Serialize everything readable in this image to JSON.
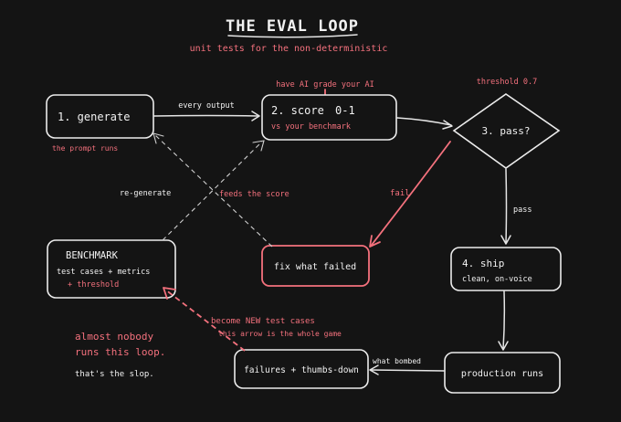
{
  "title": "THE EVAL LOOP",
  "subtitle": "unit tests for the non-deterministic",
  "nodes": {
    "generate": {
      "label": "1. generate",
      "note": "the prompt runs"
    },
    "score": {
      "label": "2. score",
      "range": "0-1",
      "note": "vs your benchmark",
      "above": "have AI grade your AI"
    },
    "pass": {
      "label": "3. pass?",
      "threshold": "threshold 0.7"
    },
    "ship": {
      "label": "4. ship",
      "note": "clean, on-voice"
    },
    "fix": {
      "label": "fix what failed"
    },
    "benchmark": {
      "label": "BENCHMARK",
      "line1": "test cases + metrics",
      "line2": "+ threshold"
    },
    "production": {
      "label": "production runs"
    },
    "failures": {
      "label": "failures + thumbs-down"
    }
  },
  "edges": {
    "every_output": "every output",
    "pass": "pass",
    "fail": "fail",
    "what_bombed": "what bombed",
    "regenerate": "re-generate",
    "feeds_score": "feeds the score",
    "new_cases": "become NEW test cases",
    "whole_game": "this arrow is the whole game"
  },
  "callout": {
    "line1": "almost nobody",
    "line2": "runs this loop.",
    "line3": "that's the slop."
  },
  "colors": {
    "background": "#141414",
    "ink": "#f2f2f2",
    "accent": "#f4717d"
  }
}
